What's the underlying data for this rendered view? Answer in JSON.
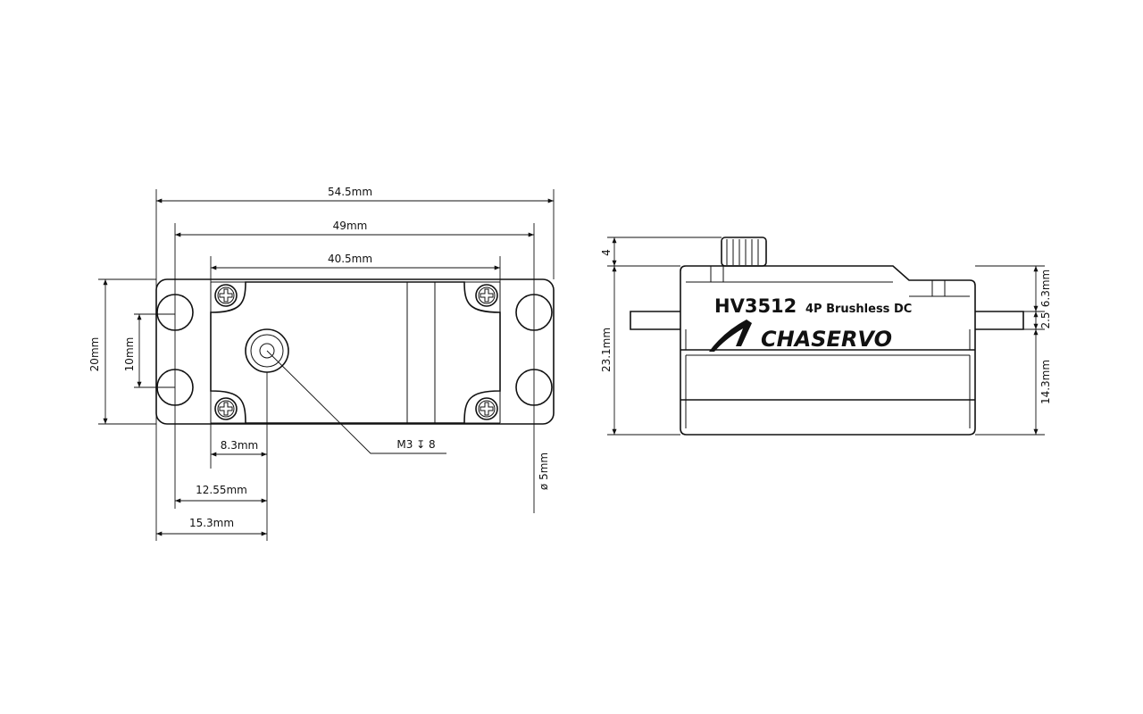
{
  "front_view": {
    "dims": {
      "overall_width": "54.5mm",
      "hole_spacing_width": "49mm",
      "case_width": "40.5mm",
      "height": "20mm",
      "hole_spacing_height": "10mm",
      "spline_offset_case": "8.3mm",
      "spline_offset_hole": "12.55mm",
      "spline_offset_edge": "15.3mm",
      "hole_diameter": "ø 5mm",
      "screw_callout": "M3 ↧ 8"
    }
  },
  "side_view": {
    "model": "HV3512",
    "subtitle": "4P Brushless DC",
    "brand": "CHASERVO",
    "dims": {
      "spline_height": "4",
      "total_height": "23.1mm",
      "top_height": "6.3mm",
      "tab_thickness": "2.5",
      "bottom_height": "14.3mm"
    }
  }
}
